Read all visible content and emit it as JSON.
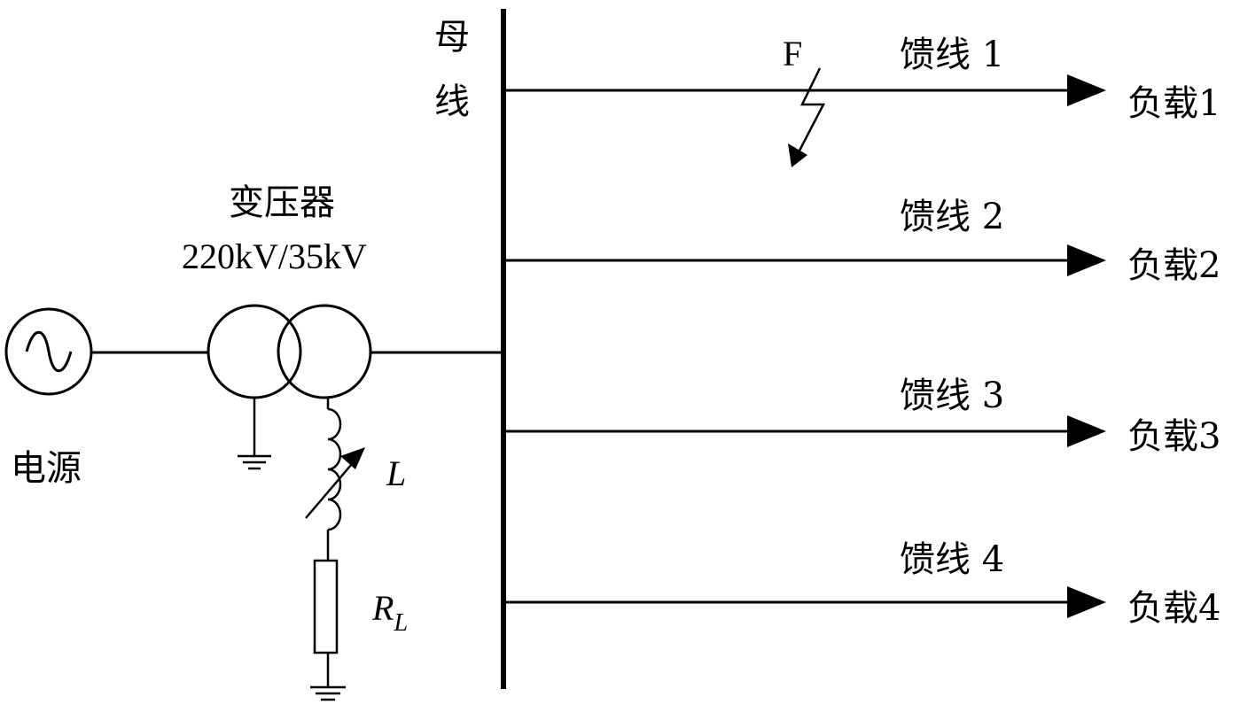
{
  "source": {
    "label": "电源"
  },
  "transformer": {
    "name": "变压器",
    "rating": "220kV/35kV"
  },
  "bus": {
    "label_line1": "母",
    "label_line2": "线"
  },
  "fault": {
    "label": "F"
  },
  "inductor": {
    "label": "L"
  },
  "resistor": {
    "label": "R",
    "subscript": "L"
  },
  "feeders": [
    {
      "label": "馈线 1",
      "load": "负载1",
      "has_fault": true
    },
    {
      "label": "馈线 2",
      "load": "负载2",
      "has_fault": false
    },
    {
      "label": "馈线 3",
      "load": "负载3",
      "has_fault": false
    },
    {
      "label": "馈线 4",
      "load": "负载4",
      "has_fault": false
    }
  ]
}
